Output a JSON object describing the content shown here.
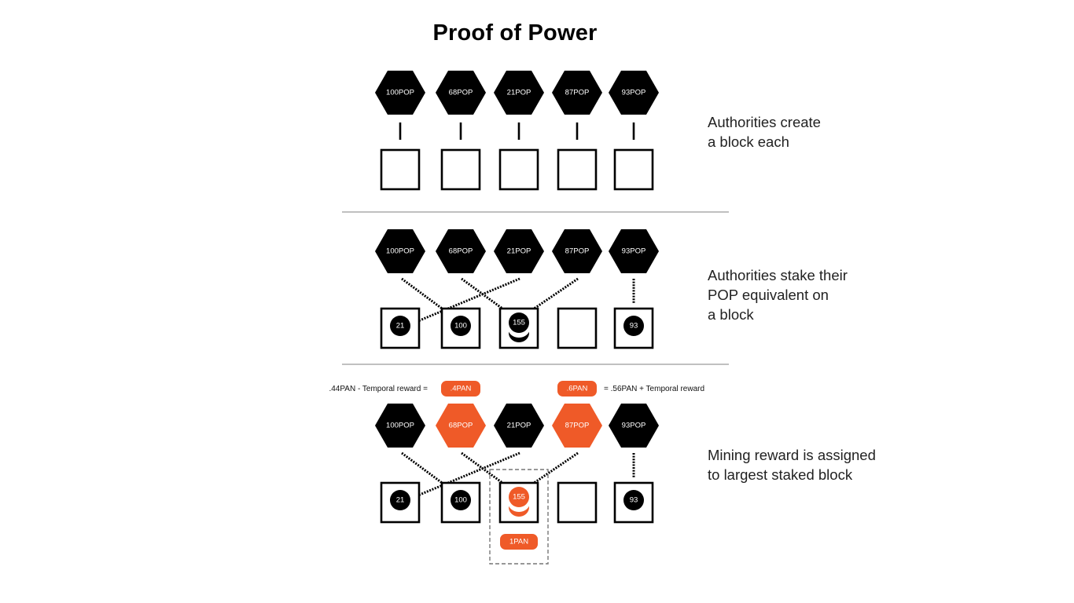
{
  "title": "Proof of Power",
  "colors": {
    "black": "#000000",
    "orange": "#ef5a28",
    "separator": "#9a9a9a",
    "dashed": "#777777"
  },
  "stages": [
    {
      "caption": [
        "Authorities create",
        "a block each"
      ],
      "authorities": [
        {
          "label": "100POP",
          "highlight": false
        },
        {
          "label": "68POP",
          "highlight": false
        },
        {
          "label": "21POP",
          "highlight": false
        },
        {
          "label": "87POP",
          "highlight": false
        },
        {
          "label": "93POP",
          "highlight": false
        }
      ],
      "connection": "direct",
      "blocks": [
        {
          "stake": ""
        },
        {
          "stake": ""
        },
        {
          "stake": ""
        },
        {
          "stake": ""
        },
        {
          "stake": ""
        }
      ]
    },
    {
      "caption": [
        "Authorities stake their",
        "POP equivalent on",
        "a block"
      ],
      "authorities": [
        {
          "label": "100POP",
          "highlight": false
        },
        {
          "label": "68POP",
          "highlight": false
        },
        {
          "label": "21POP",
          "highlight": false
        },
        {
          "label": "87POP",
          "highlight": false
        },
        {
          "label": "93POP",
          "highlight": false
        }
      ],
      "connection": "staked",
      "blocks": [
        {
          "stake": "21"
        },
        {
          "stake": "100"
        },
        {
          "stake": "155",
          "stacked": true
        },
        {
          "stake": ""
        },
        {
          "stake": "93"
        }
      ]
    },
    {
      "caption": [
        "Mining reward is assigned",
        "to largest staked block"
      ],
      "authorities": [
        {
          "label": "100POP",
          "highlight": false
        },
        {
          "label": "68POP",
          "highlight": true
        },
        {
          "label": "21POP",
          "highlight": false
        },
        {
          "label": "87POP",
          "highlight": true
        },
        {
          "label": "93POP",
          "highlight": false
        }
      ],
      "connection": "staked",
      "blocks": [
        {
          "stake": "21"
        },
        {
          "stake": "100"
        },
        {
          "stake": "155",
          "stacked": true,
          "highlight": true
        },
        {
          "stake": ""
        },
        {
          "stake": "93"
        }
      ],
      "rewards": {
        "left_note": ".44PAN - Temporal reward  =",
        "left_pill": ".4PAN",
        "right_pill": ".6PAN",
        "right_note": "=  .56PAN + Temporal reward",
        "winner_pill": "1PAN"
      }
    }
  ]
}
